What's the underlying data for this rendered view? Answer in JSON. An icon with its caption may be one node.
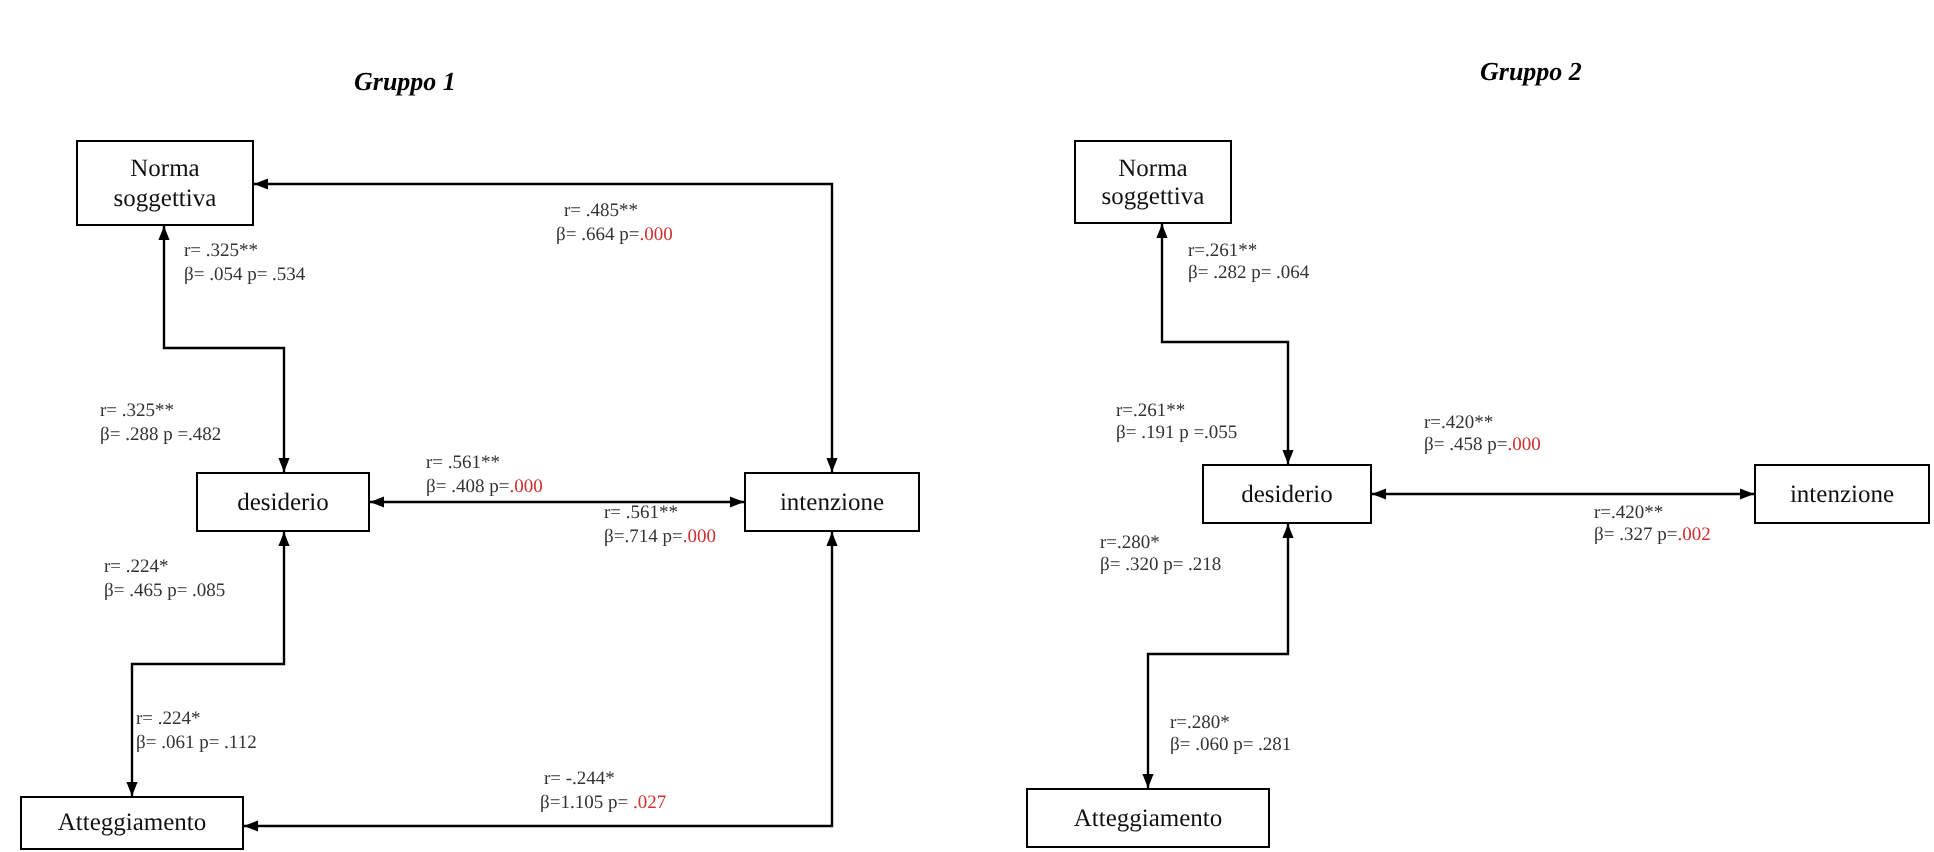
{
  "diagram": {
    "nodes": [
      {
        "text": [
          "Norma soggettiva"
        ]
      },
      {
        "text": [
          "desiderio"
        ]
      },
      {
        "text": [
          "intenzione"
        ]
      },
      {
        "text": [
          "Atteggiamento"
        ]
      },
      {
        "text": [
          "Norma soggettiva"
        ]
      },
      {
        "text": [
          "desiderio"
        ]
      },
      {
        "text": [
          "intenzione"
        ]
      },
      {
        "text": [
          "Atteggiamento"
        ]
      }
    ],
    "edges": [
      {
        "from": 0,
        "to": 1,
        "arrow": "both"
      },
      {
        "from": 0,
        "to": 2,
        "arrow": "both"
      },
      {
        "from": 1,
        "to": 2,
        "arrow": "both"
      },
      {
        "from": 1,
        "to": 3,
        "arrow": "both"
      },
      {
        "from": 2,
        "to": 3,
        "arrow": "both"
      },
      {
        "from": 4,
        "to": 5,
        "arrow": "both"
      },
      {
        "from": 5,
        "to": 6,
        "arrow": "both"
      },
      {
        "from": 5,
        "to": 7,
        "arrow": "both"
      }
    ],
    "labels": [
      "Gruppo 1",
      "Gruppo 2",
      "r= .325**",
      "β= .054 p= .534",
      "r= .485**",
      "β= .664 p=.000",
      "r= .325**",
      "β= .288 p =.482",
      "r= .561**",
      "β= .408 p=.000",
      "r= .561**",
      "β=.714 p=.000",
      "r= .224*",
      "β= .465 p= .085",
      "r= .224*",
      "β= .061 p= .112",
      "r= -.244*",
      "β=1.105 p= .027",
      "r=.261**",
      "β= .282 p= .064",
      "r=.261**",
      "β= .191 p =.055",
      "r=.420**",
      "β= .458 p=.000",
      "r=.420**",
      "β= .327 p=.002",
      "r=.280*",
      "β= .320 p= .218",
      "r=.280*",
      "β= .060 p= .281"
    ]
  }
}
